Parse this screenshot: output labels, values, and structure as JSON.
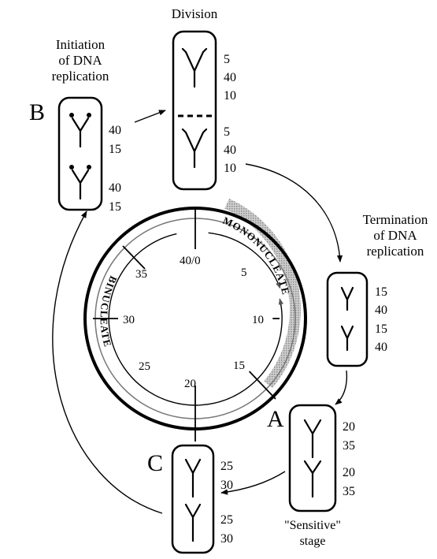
{
  "labels": {
    "division": "Division",
    "initiation_line1": "Initiation",
    "initiation_line2": "of DNA",
    "initiation_line3": "replication",
    "termination_line1": "Termination",
    "termination_line2": "of DNA",
    "termination_line3": "replication",
    "sensitive_line1": "\"Sensitive\"",
    "sensitive_line2": "stage",
    "letter_a": "A",
    "letter_b": "B",
    "letter_c": "C",
    "mononucleate": "MONONUCLEATE",
    "binucleate": "BINUCLEATE"
  },
  "ring_ticks": [
    "40/0",
    "5",
    "10",
    "15",
    "20",
    "25",
    "30",
    "35"
  ],
  "boxes": {
    "division": {
      "top": [
        "5",
        "40",
        "10"
      ],
      "bottom": [
        "5",
        "40",
        "10"
      ]
    },
    "initiation": {
      "top": [
        "40",
        "15"
      ],
      "bottom": [
        "40",
        "15"
      ]
    },
    "termination": {
      "top": [
        "15",
        "40"
      ],
      "bottom": [
        "15",
        "40"
      ]
    },
    "sensitive": {
      "top": [
        "20",
        "35"
      ],
      "bottom": [
        "20",
        "35"
      ]
    },
    "c": {
      "top": [
        "25",
        "30"
      ],
      "bottom": [
        "25",
        "30"
      ]
    }
  },
  "colors": {
    "ink": "#000000",
    "shade": "#b5b5b5",
    "paper": "#ffffff"
  }
}
